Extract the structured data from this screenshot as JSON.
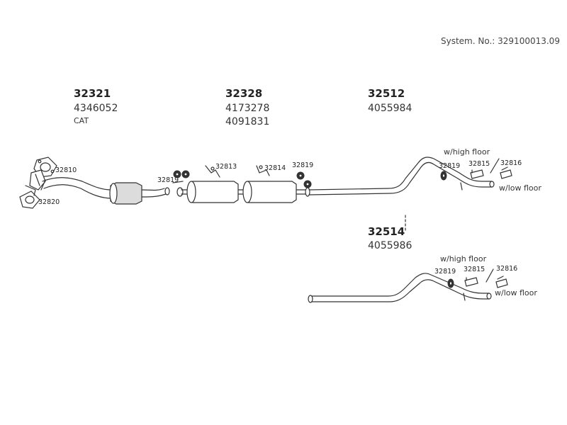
{
  "system_number": "System. No.: 329100013.09",
  "groups": {
    "cat": {
      "part_no": "32321",
      "codes": [
        "4346052",
        "CAT"
      ]
    },
    "muffler": {
      "part_no": "32328",
      "codes": [
        "4173278",
        "4091831"
      ]
    },
    "rear_pipe": {
      "part_no": "32512",
      "codes": [
        "4055984"
      ]
    },
    "rear_pipe_alt": {
      "part_no": "32514",
      "codes": [
        "4055986"
      ]
    }
  },
  "callouts": {
    "gasket_32810": "32810",
    "clamp_32820": "32820",
    "hanger_32819_a": "32819",
    "bracket_32813": "32813",
    "bracket_32814": "32814",
    "hanger_32819_b": "32819",
    "hanger_32819_c": "32819",
    "bracket_32815_a": "32815",
    "bracket_32816_a": "32816",
    "hanger_32819_d": "32819",
    "bracket_32815_b": "32815",
    "bracket_32816_b": "32816"
  },
  "notes": {
    "high_floor_a": "w/high floor",
    "low_floor_a": "w/low floor",
    "high_floor_b": "w/high floor",
    "low_floor_b": "w/low floor"
  }
}
